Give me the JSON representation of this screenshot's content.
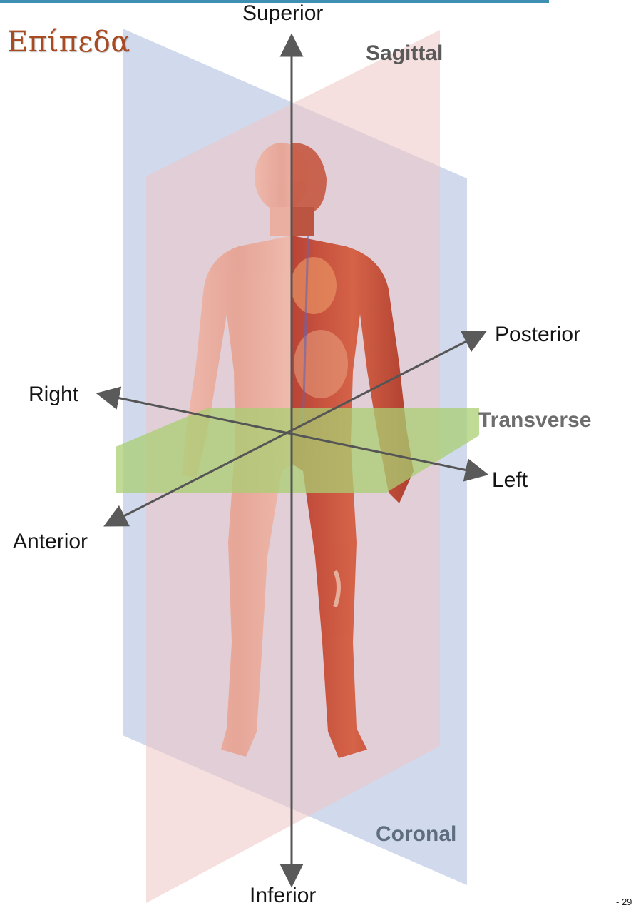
{
  "slide": {
    "title": "Επίπεδα",
    "page_number": "- 29"
  },
  "diagram": {
    "axes": {
      "superior": "Superior",
      "inferior": "Inferior",
      "posterior": "Posterior",
      "anterior": "Anterior",
      "right": "Right",
      "left": "Left"
    },
    "planes": {
      "sagittal": "Sagittal",
      "transverse": "Transverse",
      "coronal": "Coronal"
    },
    "colors": {
      "title": "#a84a22",
      "coronal_plane": "#b7c6e2",
      "sagittal_plane": "#efc4c4",
      "transverse_plane": "#a9cf73",
      "axis_arrow": "#555555",
      "top_rule": "#3f8fb3"
    }
  }
}
